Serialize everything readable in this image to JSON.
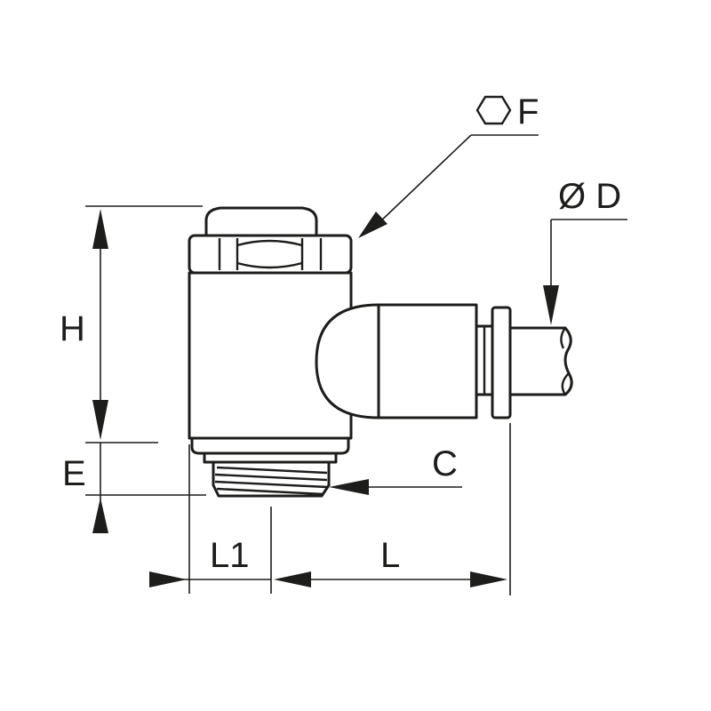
{
  "labels": {
    "hex_dimension": "F",
    "tube_diameter": "Ø D",
    "height": "H",
    "thread_length": "E",
    "thread": "C",
    "length_1": "L1",
    "length": "L"
  },
  "icons": {
    "hex_symbol": "hexagon-icon"
  },
  "colors": {
    "line": "#1d1d1b",
    "background": "#ffffff"
  }
}
